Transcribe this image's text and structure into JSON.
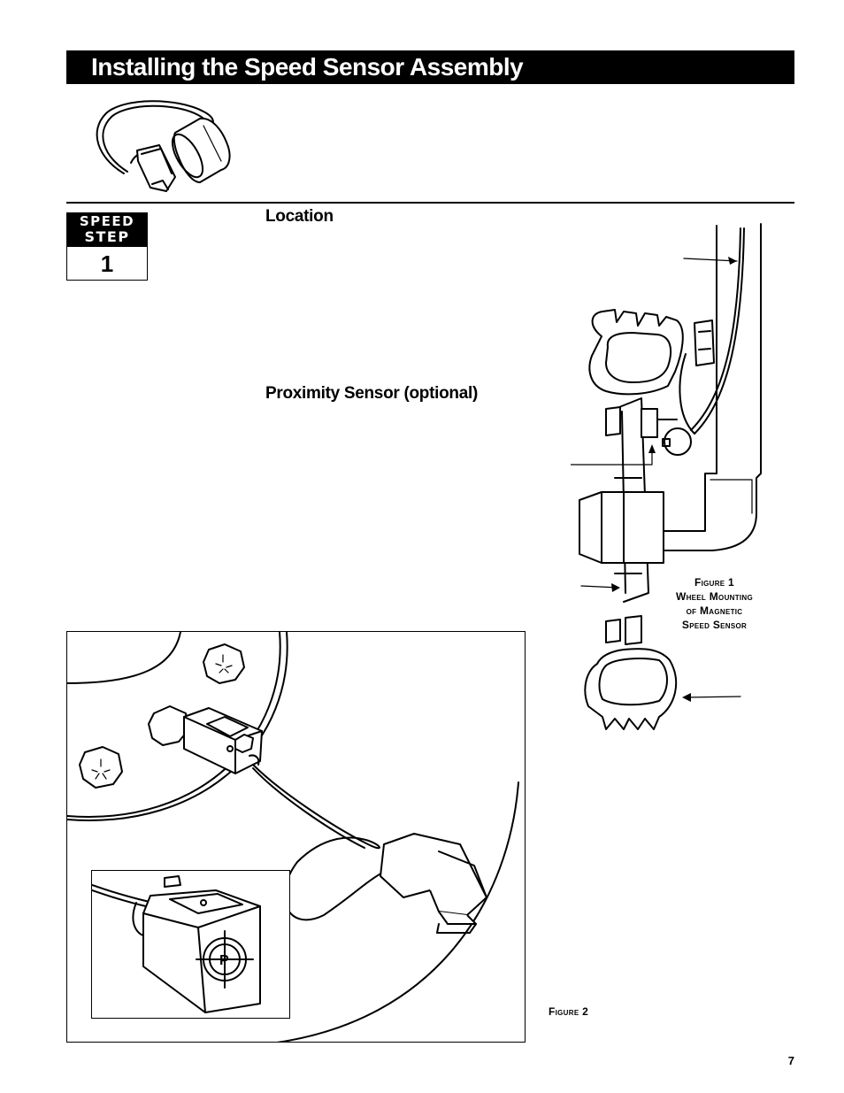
{
  "page": {
    "title": "Installing the Speed Sensor Assembly",
    "page_number": "7"
  },
  "speed_step": {
    "line1": "SPEED",
    "line2": "STEP",
    "number": "1"
  },
  "sections": {
    "location_heading": "Location",
    "proximity_heading": "Proximity Sensor (optional)"
  },
  "figure1": {
    "caption_line1": "Figure 1",
    "caption_line2": "Wheel Mounting",
    "caption_line3": "of Magnetic",
    "caption_line4": "Speed Sensor"
  },
  "figure2": {
    "caption": "Figure 2",
    "target_mark_letter": "P"
  }
}
